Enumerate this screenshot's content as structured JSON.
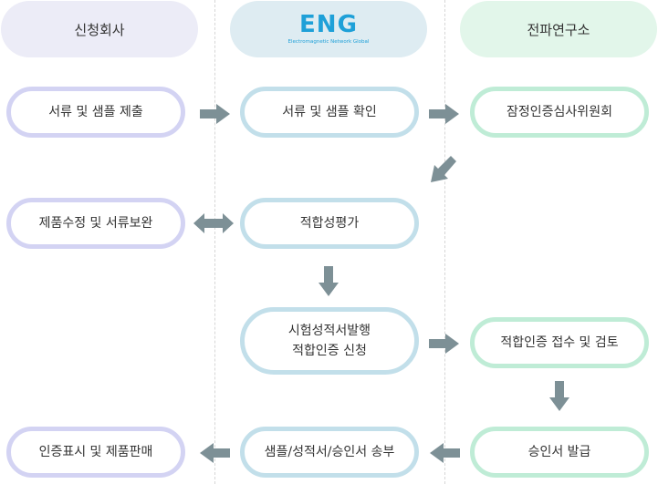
{
  "columns": {
    "applicant": "신청회사",
    "eng_logo": {
      "mark": "ENG",
      "tagline": "Electromagnetic Network Global"
    },
    "institute": "전파연구소"
  },
  "steps": {
    "submit_docs": "서류 및 샘플 제출",
    "confirm_docs": "서류 및 샘플 확인",
    "interim_committee": "잠정인증심사위원회",
    "revise_docs": "제품수정 및 서류보완",
    "conformity_eval": "적합성평가",
    "test_report_line1": "시험성적서발행",
    "test_report_line2": "적합인증 신청",
    "receive_review": "적합인증 접수 및 검토",
    "label_sale": "인증표시 및 제품판매",
    "send_cert": "샘플/성적서/승인서 송부",
    "issue_approval": "승인서 발급"
  },
  "colors": {
    "purple_head": "#ececf7",
    "blue_head": "#deecf2",
    "green_head": "#e2f6ea",
    "purple_border": "#d3d3f3",
    "blue_border": "#c2dfea",
    "green_border": "#bfecd6",
    "arrow": "#7d9096",
    "logo": "#1ea0d8"
  }
}
